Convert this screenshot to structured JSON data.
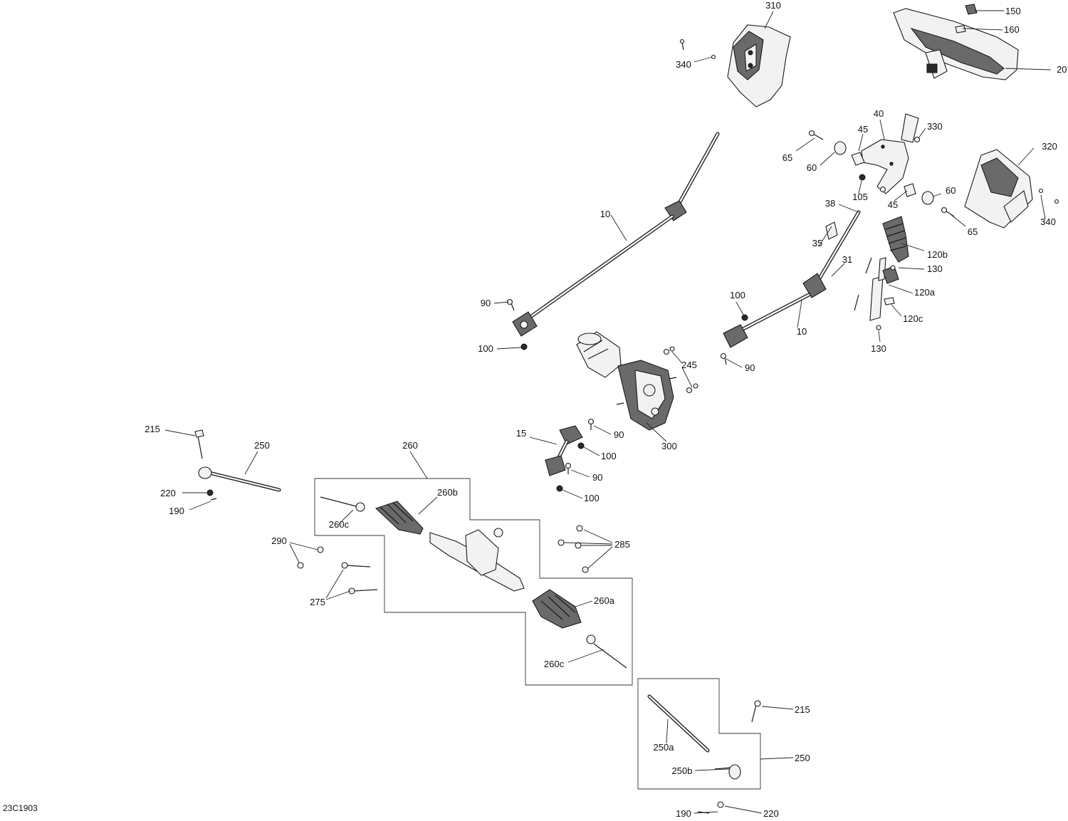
{
  "diagram_code": "23C1903",
  "callouts": [
    {
      "id": "c310",
      "text": "310"
    },
    {
      "id": "c150",
      "text": "150"
    },
    {
      "id": "c160",
      "text": "160"
    },
    {
      "id": "c340a",
      "text": "340"
    },
    {
      "id": "c20",
      "text": "20"
    },
    {
      "id": "c40",
      "text": "40"
    },
    {
      "id": "c45a",
      "text": "45"
    },
    {
      "id": "c330",
      "text": "330"
    },
    {
      "id": "c65a",
      "text": "65"
    },
    {
      "id": "c60a",
      "text": "60"
    },
    {
      "id": "c320",
      "text": "320"
    },
    {
      "id": "c105",
      "text": "105"
    },
    {
      "id": "c60b",
      "text": "60"
    },
    {
      "id": "c45b",
      "text": "45"
    },
    {
      "id": "c38",
      "text": "38"
    },
    {
      "id": "c65b",
      "text": "65"
    },
    {
      "id": "c340b",
      "text": "340"
    },
    {
      "id": "c10a",
      "text": "10"
    },
    {
      "id": "c35",
      "text": "35"
    },
    {
      "id": "c120b",
      "text": "120b"
    },
    {
      "id": "c31",
      "text": "31"
    },
    {
      "id": "c130a",
      "text": "130"
    },
    {
      "id": "c120a",
      "text": "120a"
    },
    {
      "id": "c100a",
      "text": "100"
    },
    {
      "id": "c90a",
      "text": "90"
    },
    {
      "id": "c120c",
      "text": "120c"
    },
    {
      "id": "c10b",
      "text": "10"
    },
    {
      "id": "c130b",
      "text": "130"
    },
    {
      "id": "c100b",
      "text": "100"
    },
    {
      "id": "c245",
      "text": "245"
    },
    {
      "id": "c90b",
      "text": "90"
    },
    {
      "id": "c215a",
      "text": "215"
    },
    {
      "id": "c15",
      "text": "15"
    },
    {
      "id": "c90c",
      "text": "90"
    },
    {
      "id": "c250a",
      "text": "250"
    },
    {
      "id": "c260",
      "text": "260"
    },
    {
      "id": "c300",
      "text": "300"
    },
    {
      "id": "c100c",
      "text": "100"
    },
    {
      "id": "c90d",
      "text": "90"
    },
    {
      "id": "c220a",
      "text": "220"
    },
    {
      "id": "c260b",
      "text": "260b"
    },
    {
      "id": "c100d",
      "text": "100"
    },
    {
      "id": "c190a",
      "text": "190"
    },
    {
      "id": "c260c1",
      "text": "260c"
    },
    {
      "id": "c290",
      "text": "290"
    },
    {
      "id": "c285",
      "text": "285"
    },
    {
      "id": "c275",
      "text": "275"
    },
    {
      "id": "c260a",
      "text": "260a"
    },
    {
      "id": "c260c2",
      "text": "260c"
    },
    {
      "id": "c215b",
      "text": "215"
    },
    {
      "id": "c250a2",
      "text": "250a"
    },
    {
      "id": "c250b",
      "text": "250"
    },
    {
      "id": "c250b2",
      "text": "250b"
    },
    {
      "id": "c190b",
      "text": "190"
    },
    {
      "id": "c220b",
      "text": "220"
    }
  ]
}
